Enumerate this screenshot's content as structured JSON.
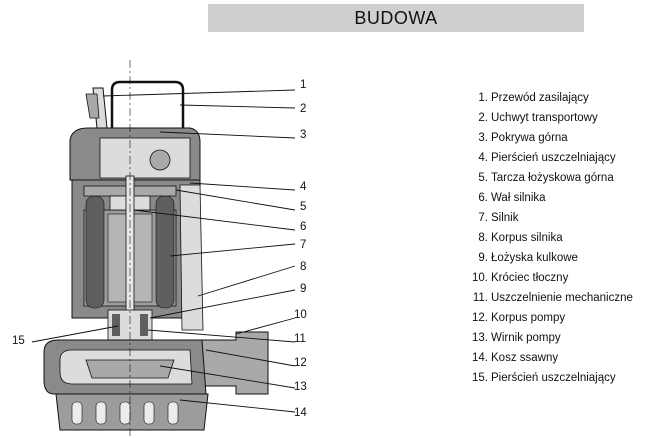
{
  "title": "BUDOWA",
  "colors": {
    "title_bar": "#cfcfcf",
    "casing_dark": "#8a8a8a",
    "casing_mid": "#a9a9a9",
    "stator": "#9c9c9c",
    "light": "#dcdcdc",
    "line": "#111111"
  },
  "callouts": [
    "1",
    "2",
    "3",
    "4",
    "5",
    "6",
    "7",
    "8",
    "9",
    "10",
    "11",
    "12",
    "13",
    "14",
    "15"
  ],
  "legend": [
    {
      "num": "1.",
      "label": "Przewód zasilający"
    },
    {
      "num": "2.",
      "label": "Uchwyt transportowy"
    },
    {
      "num": "3.",
      "label": "Pokrywa górna"
    },
    {
      "num": "4.",
      "label": "Pierścień uszczelniający"
    },
    {
      "num": "5.",
      "label": "Tarcza łożyskowa górna"
    },
    {
      "num": "6.",
      "label": "Wał silnika"
    },
    {
      "num": "7.",
      "label": "Silnik"
    },
    {
      "num": "8.",
      "label": "Korpus silnika"
    },
    {
      "num": "9.",
      "label": "Łożyska kulkowe"
    },
    {
      "num": "10.",
      "label": "Króciec tłoczny"
    },
    {
      "num": "11.",
      "label": "Uszczelnienie mechaniczne"
    },
    {
      "num": "12.",
      "label": "Korpus pompy"
    },
    {
      "num": "13.",
      "label": "Wirnik pompy"
    },
    {
      "num": "14.",
      "label": "Kosz ssawny"
    },
    {
      "num": "15.",
      "label": "Pierścień uszczelniający"
    }
  ]
}
